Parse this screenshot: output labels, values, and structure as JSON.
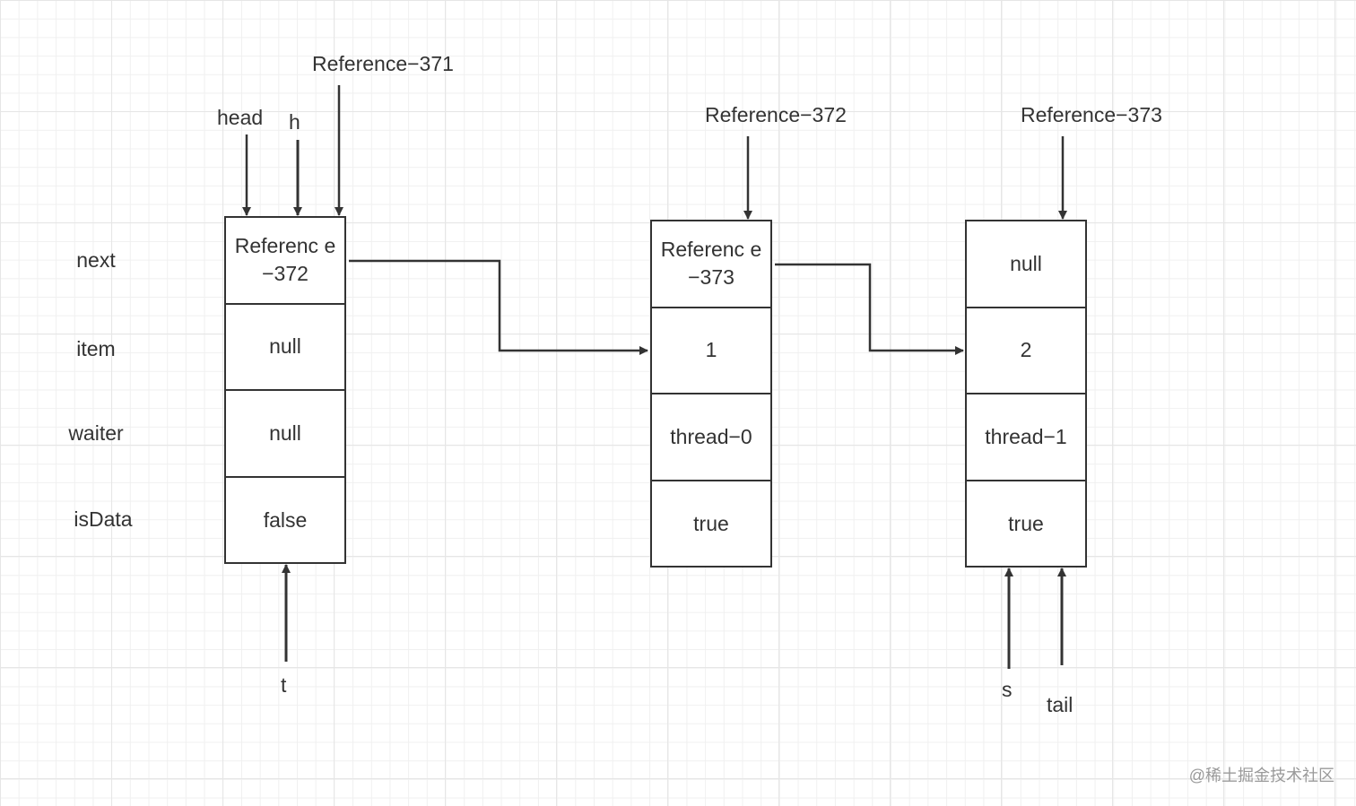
{
  "fields": [
    "next",
    "item",
    "waiter",
    "isData"
  ],
  "nodes": [
    {
      "ref_label": "Reference−371",
      "cells": [
        "Referenc e−372",
        "null",
        "null",
        "false"
      ]
    },
    {
      "ref_label": "Reference−372",
      "cells": [
        "Referenc e−373",
        "1",
        "thread−0",
        "true"
      ]
    },
    {
      "ref_label": "Reference−373",
      "cells": [
        "null",
        "2",
        "thread−1",
        "true"
      ]
    }
  ],
  "pointers": {
    "head": "head",
    "h": "h",
    "t": "t",
    "s": "s",
    "tail": "tail"
  },
  "watermark": "@稀土掘金技术社区",
  "colors": {
    "stroke": "#333333",
    "grid": "#e6e6e6"
  }
}
